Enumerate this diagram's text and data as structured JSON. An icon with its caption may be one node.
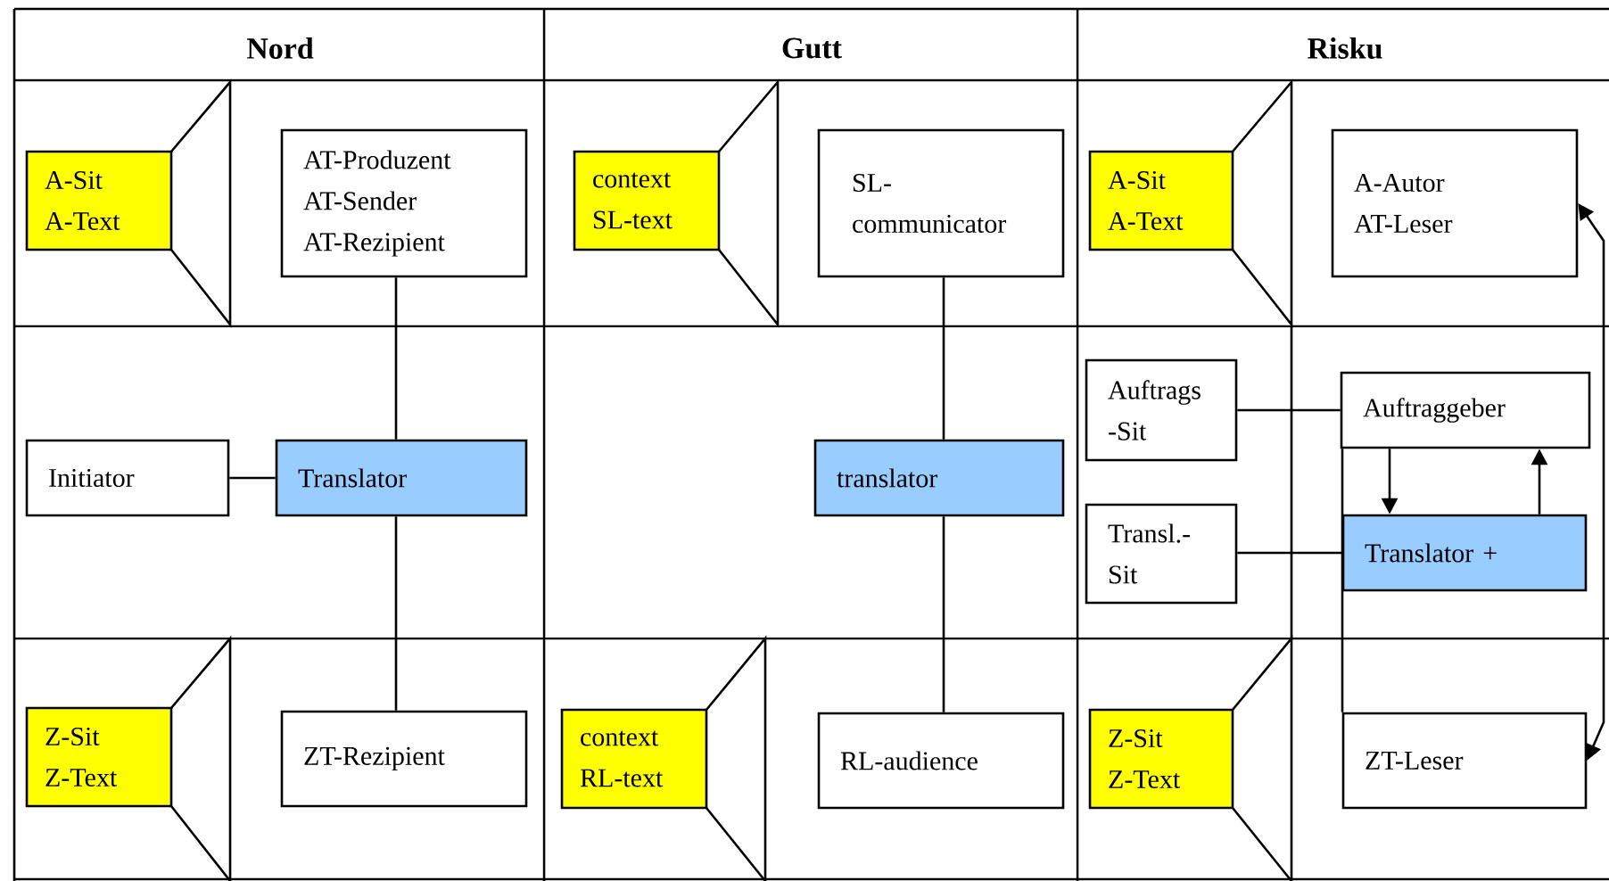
{
  "diagram": {
    "nodes": [
      {
        "text": [
          "A-Sit",
          "A-Text"
        ]
      },
      {
        "text": [
          "AT-Produzent",
          "AT-Sender",
          "AT-Rezipient"
        ]
      },
      {
        "text": [
          "Initiator"
        ]
      },
      {
        "text": [
          "Translator"
        ]
      },
      {
        "text": [
          "Z-Sit",
          "Z-Text"
        ]
      },
      {
        "text": [
          "ZT-Rezipient"
        ]
      },
      {
        "text": [
          "context",
          "SL-text"
        ]
      },
      {
        "text": [
          "SL- communicator"
        ]
      },
      {
        "text": [
          "translator"
        ]
      },
      {
        "text": [
          "context",
          "RL-text"
        ]
      },
      {
        "text": [
          "RL-audience"
        ]
      },
      {
        "text": [
          "A-Sit",
          "A-Text"
        ]
      },
      {
        "text": [
          "A-Autor",
          "AT-Leser"
        ]
      },
      {
        "text": [
          "Auftrags -Sit"
        ]
      },
      {
        "text": [
          "Auftraggeber"
        ]
      },
      {
        "text": [
          "Transl.- Sit"
        ]
      },
      {
        "text": [
          "Translator +"
        ]
      },
      {
        "text": [
          "Z-Sit",
          "Z-Text"
        ]
      },
      {
        "text": [
          "ZT-Leser"
        ]
      }
    ],
    "edges": [
      {
        "from": 1,
        "to": 3,
        "arrow": "none"
      },
      {
        "from": 2,
        "to": 3,
        "arrow": "none"
      },
      {
        "from": 3,
        "to": 5,
        "arrow": "none"
      },
      {
        "from": 7,
        "to": 8,
        "arrow": "none"
      },
      {
        "from": 8,
        "to": 10,
        "arrow": "none"
      },
      {
        "from": 13,
        "to": 14,
        "arrow": "none"
      },
      {
        "from": 15,
        "to": 16,
        "arrow": "none"
      },
      {
        "from": 14,
        "to": 16,
        "arrow": "to"
      },
      {
        "from": 16,
        "to": 14,
        "arrow": "to"
      },
      {
        "from": 14,
        "to": 18,
        "arrow": "none"
      },
      {
        "from": 12,
        "to": 18,
        "arrow": "both"
      }
    ],
    "labels": [
      "Nord",
      "Gutt",
      "Risku"
    ]
  }
}
